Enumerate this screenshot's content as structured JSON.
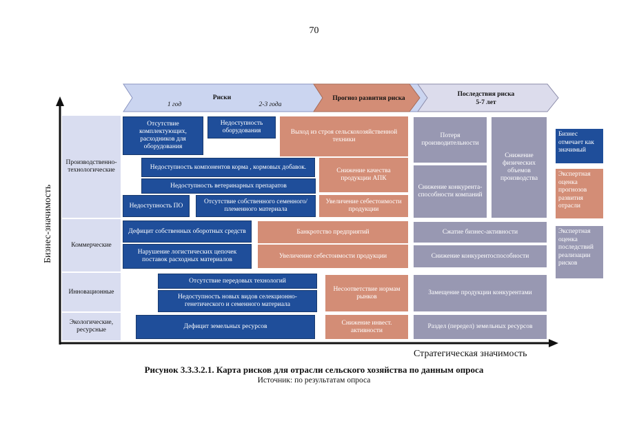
{
  "page_number": "70",
  "header": {
    "risks": "Риски",
    "period_1": "1 год",
    "period_2": "2-3 года",
    "forecast": "Прогноз развития риска",
    "consequences_line1": "Последствия риска",
    "consequences_line2": "5-7 лет"
  },
  "rows": {
    "production": "Производственно-технологические",
    "commercial": "Коммерческие",
    "innovation": "Инновационные",
    "ecology": "Экологические, ресурсные"
  },
  "risks": {
    "r1": "Отсутствие комплектующих, расходников для оборудования",
    "r2": "Недоступность оборудования",
    "r3": "Недоступность компонентов корма , кормовых добавок.",
    "r4": "Недоступность ветеринарных препаратов",
    "r5": "Недоступность ПО",
    "r6": "Отсутствие собственного семенного/ племенного материала",
    "r7": "Дефицит собственных оборотных средств",
    "r8": "Нарушение логистических цепочек поставок расходных материалов",
    "r9": "Отсутствие передовых технологий",
    "r10": "Недоступность новых видов селекционно-генетического и семенного материала",
    "r11": "Дефицит земельных ресурсов"
  },
  "forecasts": {
    "f1": "Выход из строя сельскохозяйственной техники",
    "f2": "Снижение качества продукции АПК",
    "f3": "Увеличение себестоимости продукции",
    "f4": "Банкротство предприятий",
    "f5": "Увеличение себестоимости продукции",
    "f6": "Несоответствие нормам рынков",
    "f7": "Снижение инвест. активности"
  },
  "consequences": {
    "c1": "Потеря производительности",
    "c2": "Снижение конкурента-способности компаний",
    "c3": "Снижение физических объемов производства",
    "c4": "Сжатие бизнес-активности",
    "c5": "Снижение конкурентоспособности",
    "c6": "Замещение продукции конкурентами",
    "c7": "Раздел (передел) земельных ресурсов"
  },
  "legend": {
    "blue": "Бизнес отмечает как значимый",
    "orange": "Экспертная оценка прогнозов развития отрасли",
    "gray": "Экспертная оценка последствий реализации рисков"
  },
  "axes": {
    "y": "Бизнес-значимость",
    "x": "Стратегическая значимость"
  },
  "caption": "Рисунок 3.3.3.2.1. Карта рисков для отрасли сельского хозяйства по данным опроса",
  "source": "Источник: по результатам опроса",
  "colors": {
    "blue": "#1f4e9a",
    "orange": "#d38d76",
    "gray": "#9898b2",
    "row_background": "#d9ddf0"
  }
}
